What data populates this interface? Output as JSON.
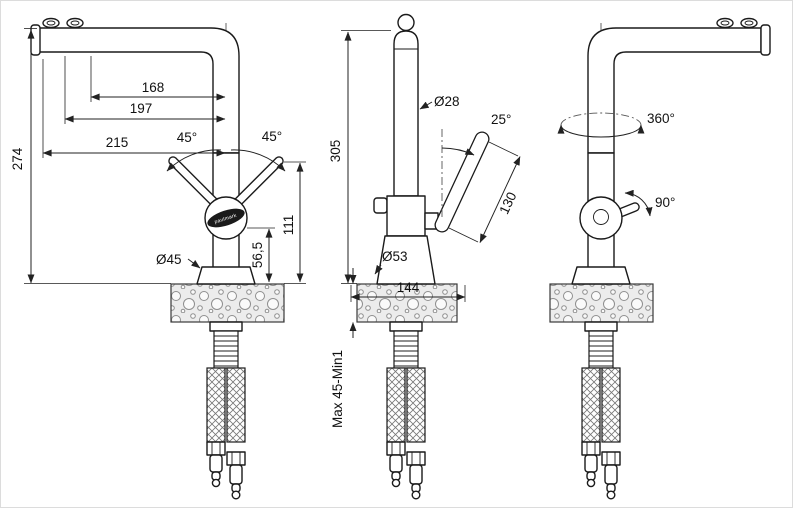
{
  "drawing": {
    "brand": "paulmark",
    "views": {
      "side_left": {
        "dims": {
          "spout_reach_168": "168",
          "spout_reach_197": "197",
          "spout_reach_215": "215",
          "total_height_274": "274",
          "lever_swing_left": "45°",
          "lever_swing_right": "45°",
          "base_diameter": "Ø45",
          "lever_height_111": "111",
          "body_height_56_5": "56,5"
        }
      },
      "front": {
        "dims": {
          "spout_height_305": "305",
          "spout_diameter": "Ø28",
          "lever_tilt": "25°",
          "lever_length_130": "130",
          "body_diameter": "Ø53",
          "base_span_144": "144",
          "mounting_thickness": "Max 45-Min1"
        }
      },
      "side_right": {
        "dims": {
          "swivel_range": "360°",
          "handle_turn": "90°"
        }
      }
    }
  }
}
